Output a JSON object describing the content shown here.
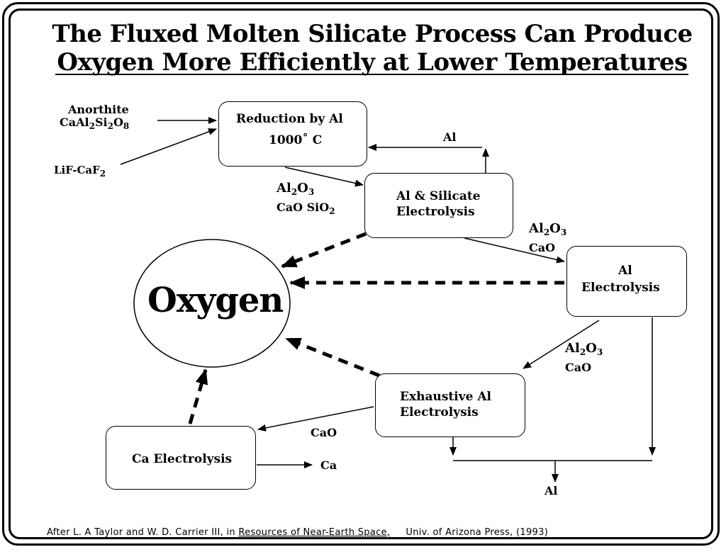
{
  "title": {
    "line1": "The Fluxed Molten Silicate Process Can Produce",
    "line2": "Oxygen More Efficiently at Lower Temperatures"
  },
  "inputs": {
    "anorthite": "Anorthite",
    "anorthite_formula": [
      "CaAl",
      "2",
      "Si",
      "2",
      "O",
      "8"
    ],
    "flux": [
      "LiF-CaF",
      "2"
    ]
  },
  "boxes": {
    "reduction": {
      "line1": "Reduction by Al",
      "line2": "1000˚ C"
    },
    "al_silicate": {
      "line1": "Al & Silicate",
      "line2": "Electrolysis"
    },
    "al_electrolysis": {
      "line1": "Al",
      "line2": "Electrolysis"
    },
    "exhaustive": {
      "line1": "Exhaustive Al",
      "line2": "Electrolysis"
    },
    "ca_electrolysis": {
      "line1": "Ca Electrolysis"
    },
    "oxygen": "Oxygen"
  },
  "labels": {
    "al_return": "Al",
    "al2o3_a": [
      "Al",
      "2",
      "O",
      "3"
    ],
    "cao_sio2": [
      "CaO SiO",
      "2"
    ],
    "al2o3_b": [
      "Al",
      "2",
      "O",
      "3"
    ],
    "cao_b": "CaO",
    "al2o3_c": [
      "Al",
      "2",
      "O",
      "3"
    ],
    "cao_c": "CaO",
    "cao_d": "CaO",
    "ca_out": "Ca",
    "al_out": "Al"
  },
  "footer": {
    "prefix": "After  L. A Taylor and W. D. Carrier III, in ",
    "book": "Resources of Near-Earth Space,",
    "publisher": "     Univ. of Arizona Press, (1993)"
  }
}
